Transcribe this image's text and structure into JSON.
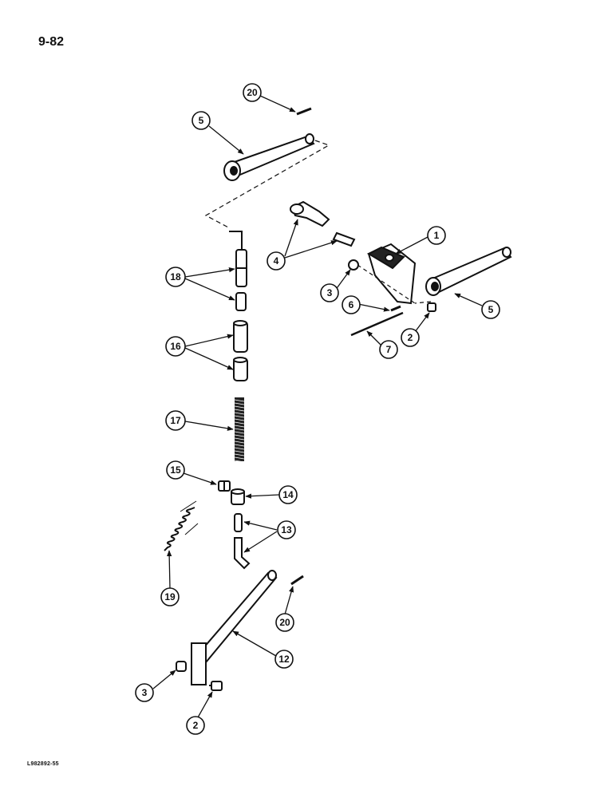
{
  "page": {
    "number": "9-82",
    "drawing_code": "L982892-55"
  },
  "callouts": {
    "c20a": "20",
    "c5a": "5",
    "c1": "1",
    "c4": "4",
    "c3a": "3",
    "c6": "6",
    "c7": "7",
    "c2a": "2",
    "c5b": "5",
    "c18": "18",
    "c16": "16",
    "c17": "17",
    "c15": "15",
    "c14": "14",
    "c13": "13",
    "c19": "19",
    "c20b": "20",
    "c12": "12",
    "c3b": "3",
    "c2b": "2"
  }
}
